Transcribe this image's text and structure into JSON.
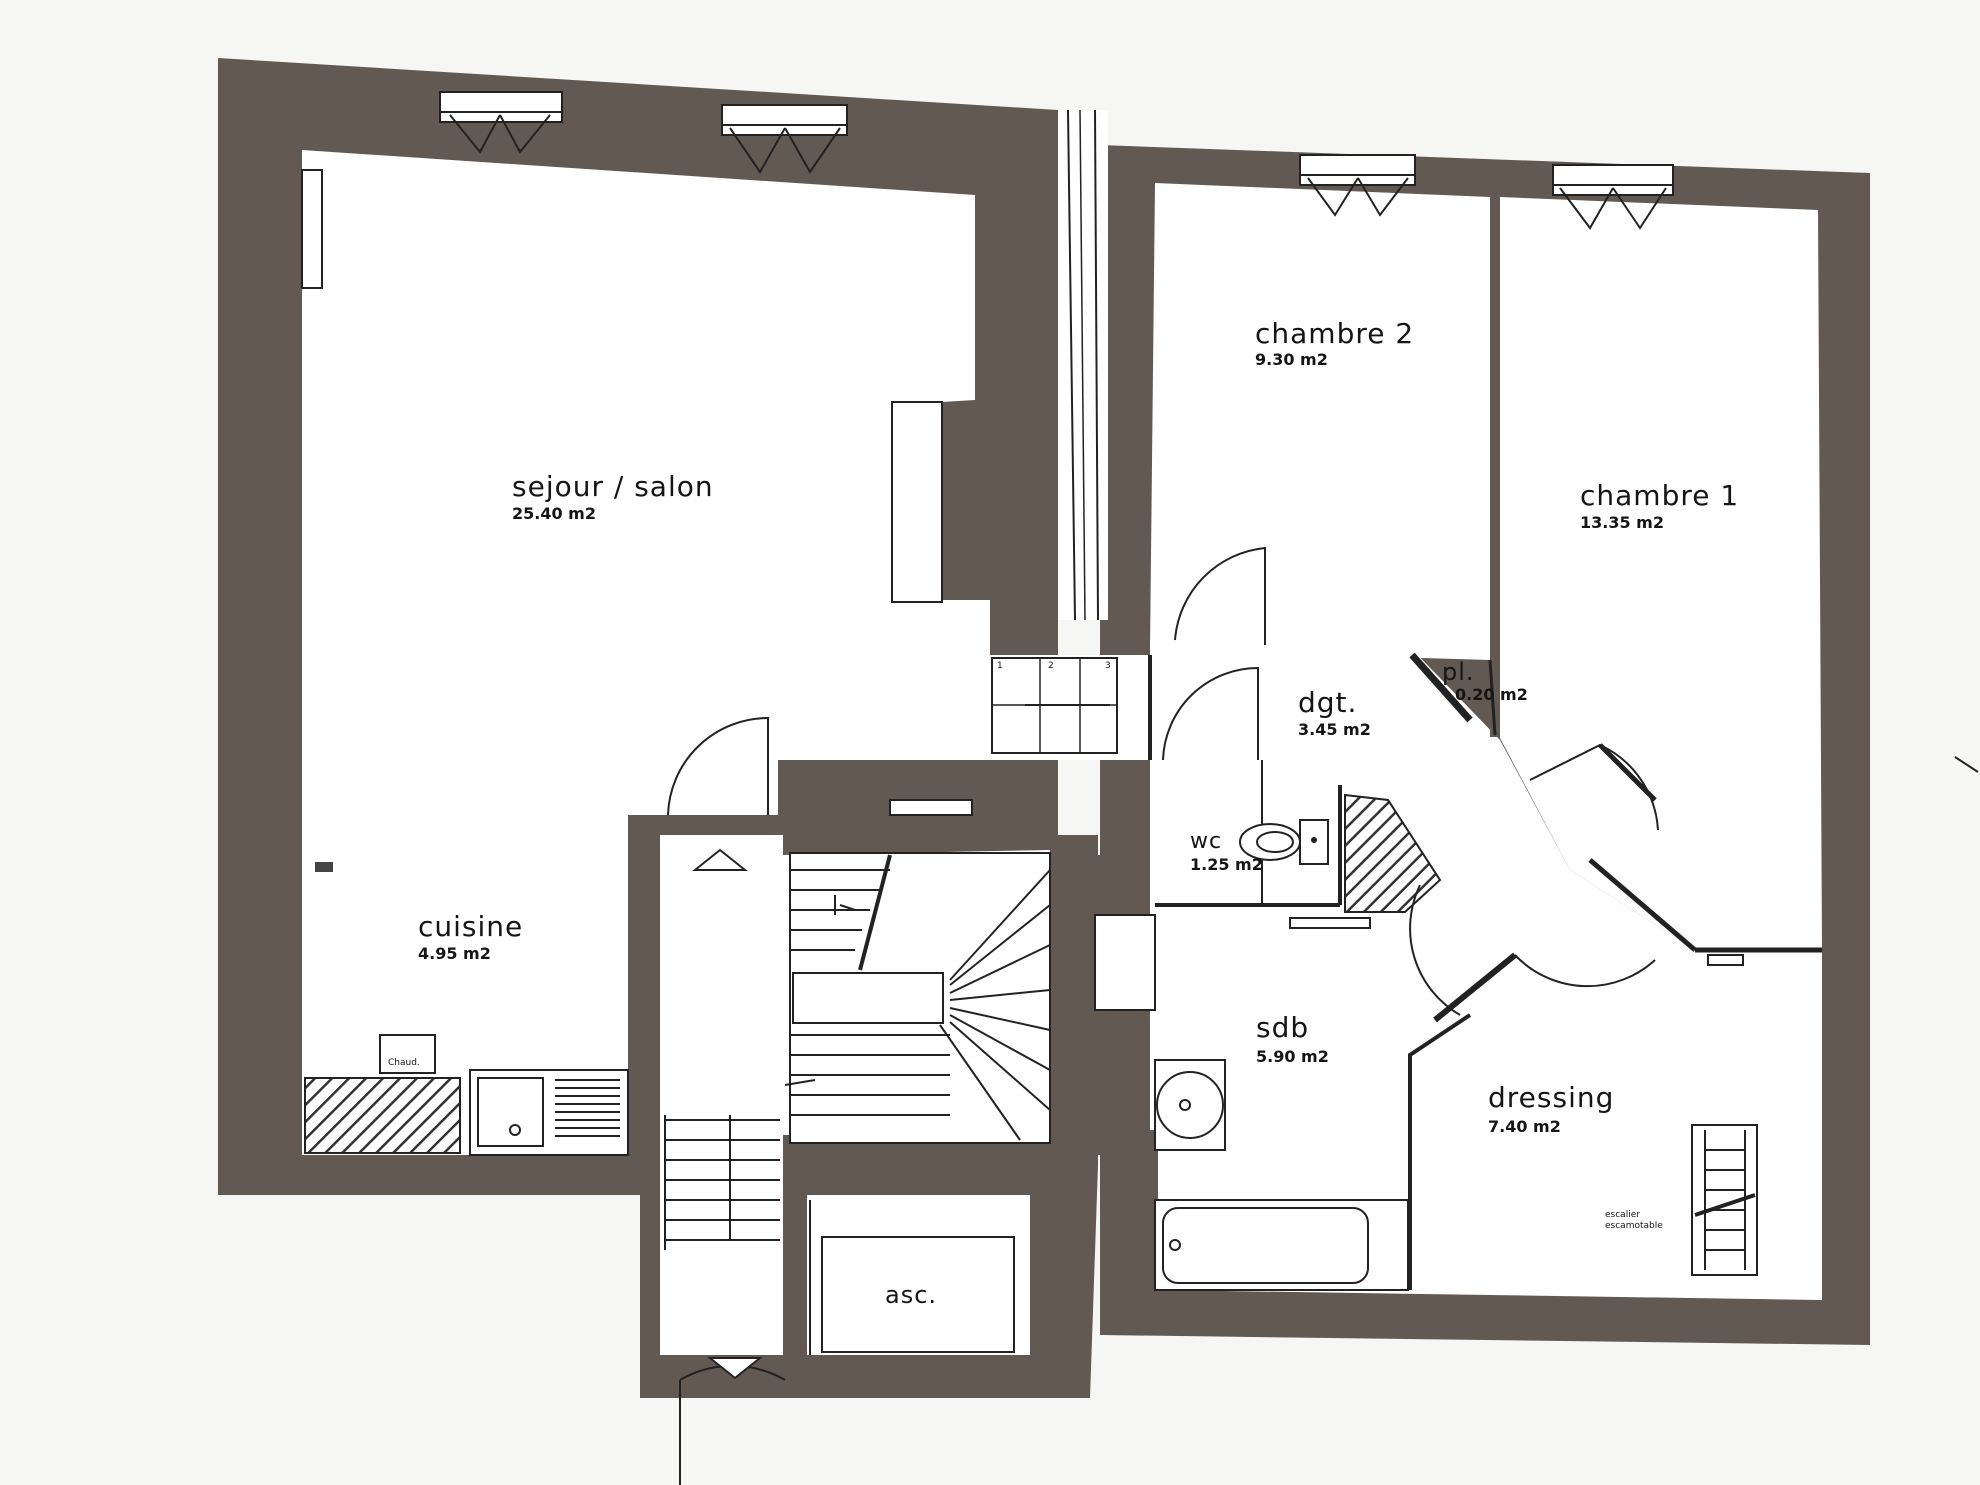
{
  "colors": {
    "wall": "#635953",
    "paper": "#f6f6f4",
    "floor": "#ffffff",
    "ink": "#151515"
  },
  "rooms": {
    "sejour": {
      "name": "sejour / salon",
      "area": "25.40 m2"
    },
    "cuisine": {
      "name": "cuisine",
      "area": "4.95 m2"
    },
    "chambre2": {
      "name": "chambre 2",
      "area": "9.30 m2"
    },
    "chambre1": {
      "name": "chambre 1",
      "area": "13.35 m2"
    },
    "dgt": {
      "name": "dgt.",
      "area": "3.45 m2"
    },
    "pl": {
      "name": "pl.",
      "area": "0.20 m2"
    },
    "wc": {
      "name": "wc",
      "area": "1.25 m2"
    },
    "sdb": {
      "name": "sdb",
      "area": "5.90 m2"
    },
    "dressing": {
      "name": "dressing",
      "area": "7.40 m2"
    },
    "asc": {
      "name": "asc."
    }
  },
  "fixtures": {
    "chaudiere_label": "Chaud.",
    "escalier_label_1": "escalier",
    "escalier_label_2": "escamotable",
    "step_numbers": [
      "1",
      "2",
      "3"
    ]
  }
}
